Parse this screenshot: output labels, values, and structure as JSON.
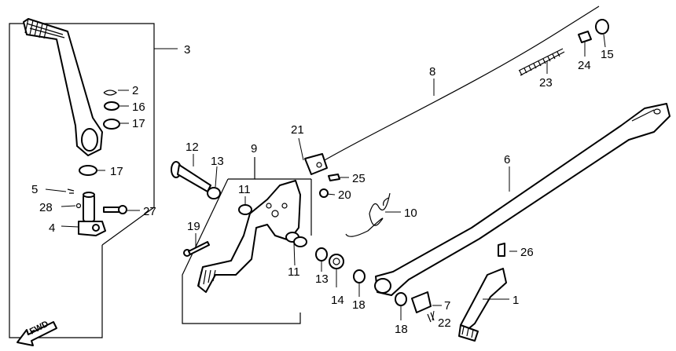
{
  "callouts": {
    "c1": "1",
    "c2": "2",
    "c3": "3",
    "c4": "4",
    "c5": "5",
    "c6": "6",
    "c7": "7",
    "c8": "8",
    "c9": "9",
    "c10": "10",
    "c11a": "11",
    "c11b": "11",
    "c12": "12",
    "c13a": "13",
    "c13b": "13",
    "c14": "14",
    "c15": "15",
    "c16": "16",
    "c17a": "17",
    "c17b": "17",
    "c18a": "18",
    "c18b": "18",
    "c19": "19",
    "c20": "20",
    "c21": "21",
    "c22": "22",
    "c23": "23",
    "c24": "24",
    "c25": "25",
    "c26": "26",
    "c27": "27",
    "c28": "28"
  },
  "direction_label": "FWD"
}
